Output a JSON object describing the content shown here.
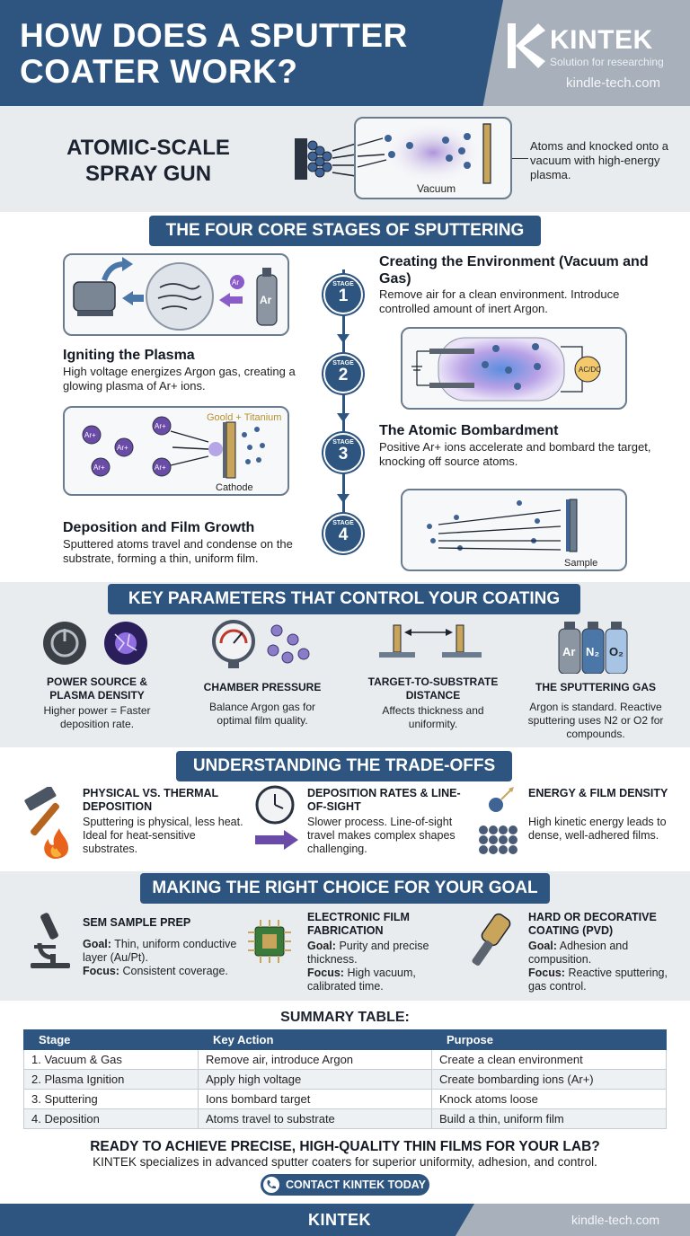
{
  "header": {
    "title_line1": "HOW DOES A SPUTTER",
    "title_line2": "COATER WORK?",
    "brand": "KINTEK",
    "tagline": "Solution for researching",
    "url": "kindle-tech.com"
  },
  "hero": {
    "title_line1": "ATOMIC-SCALE",
    "title_line2": "SPRAY GUN",
    "vacuum_label": "Vacuum",
    "caption": "Atoms and knocked onto a vacuum with high-energy plasma."
  },
  "stages": {
    "banner": "THE FOUR CORE STAGES OF SPUTTERING",
    "badge_label": "STAGE",
    "items": [
      {
        "num": "1",
        "title": "Creating the Environment (Vacuum and Gas)",
        "desc": "Remove air for a clean environment. Introduce controlled amount of inert Argon.",
        "icon_text": "Ar",
        "bubble_text": "Ar"
      },
      {
        "num": "2",
        "title": "Igniting the Plasma",
        "desc": "High voltage energizes Argon gas, creating a glowing plasma of Ar+ ions.",
        "source_text": "AC/DC"
      },
      {
        "num": "3",
        "title": "The Atomic Bombardment",
        "desc": "Positive Ar+ ions accelerate and bombard the target, knocking off source atoms.",
        "target_text": "Goold + Titanium",
        "cathode_text": "Cathode",
        "ion_text": "Ar+"
      },
      {
        "num": "4",
        "title": "Deposition and Film Growth",
        "desc": "Sputtered atoms travel and condense on the substrate, forming a thin, uniform film.",
        "sample_text": "Sample"
      }
    ]
  },
  "parameters": {
    "banner": "KEY PARAMETERS THAT CONTROL YOUR COATING",
    "items": [
      {
        "title": "POWER SOURCE & PLASMA DENSITY",
        "desc": "Higher power = Faster deposition rate."
      },
      {
        "title": "CHAMBER PRESSURE",
        "desc": "Balance Argon gas for optimal film quality."
      },
      {
        "title": "TARGET-TO-SUBSTRATE DISTANCE",
        "desc": "Affects thickness and uniformity."
      },
      {
        "title": "THE SPUTTERING GAS",
        "desc": "Argon is standard. Reactive sputtering uses N2 or O2 for compounds."
      }
    ],
    "gas_labels": [
      "Ar",
      "N₂",
      "O₂"
    ]
  },
  "tradeoffs": {
    "banner": "UNDERSTANDING THE TRADE-OFFS",
    "items": [
      {
        "title": "PHYSICAL VS. THERMAL DEPOSITION",
        "desc": "Sputtering is physical, less heat. Ideal for heat-sensitive substrates."
      },
      {
        "title": "DEPOSITION RATES & LINE-OF-SIGHT",
        "desc": "Slower process. Line-of-sight travel makes complex shapes challenging."
      },
      {
        "title": "ENERGY & FILM DENSITY",
        "desc": "High kinetic energy leads to dense, well-adhered films."
      }
    ]
  },
  "goals": {
    "banner": "MAKING THE RIGHT CHOICE FOR YOUR GOAL",
    "goal_label": "Goal:",
    "focus_label": "Focus:",
    "items": [
      {
        "title": "SEM SAMPLE PREP",
        "goal": "Thin, uniform conductive layer (Au/Pt).",
        "focus": "Consistent coverage."
      },
      {
        "title": "ELECTRONIC FILM FABRICATION",
        "goal": "Purity and precise thickness.",
        "focus": "High vacuum, calibrated time."
      },
      {
        "title": "HARD OR DECORATIVE COATING (PVD)",
        "goal": "Adhesion and compusition.",
        "focus": "Reactive sputtering, gas control."
      }
    ]
  },
  "summary": {
    "title": "SUMMARY TABLE:",
    "headers": [
      "Stage",
      "Key Action",
      "Purpose"
    ],
    "rows": [
      [
        "1. Vacuum & Gas",
        "Remove air, introduce Argon",
        "Create a clean environment"
      ],
      [
        "2. Plasma Ignition",
        "Apply high voltage",
        "Create bombarding ions (Ar+)"
      ],
      [
        "3. Sputtering",
        "Ions bombard target",
        "Knock atoms loose"
      ],
      [
        "4. Deposition",
        "Atoms travel to substrate",
        "Build a thin, uniform film"
      ]
    ]
  },
  "cta": {
    "headline": "READY TO ACHIEVE PRECISE, HIGH-QUALITY THIN FILMS FOR YOUR LAB?",
    "subline": "KINTEK specializes in advanced sputter coaters for superior uniformity, adhesion, and control.",
    "button": "CONTACT KINTEK TODAY"
  },
  "footer": {
    "brand": "KINTEK",
    "url": "kindle-tech.com"
  },
  "colors": {
    "navy": "#2e5580",
    "grey": "#a7b0bb",
    "light": "#e9ecef"
  }
}
